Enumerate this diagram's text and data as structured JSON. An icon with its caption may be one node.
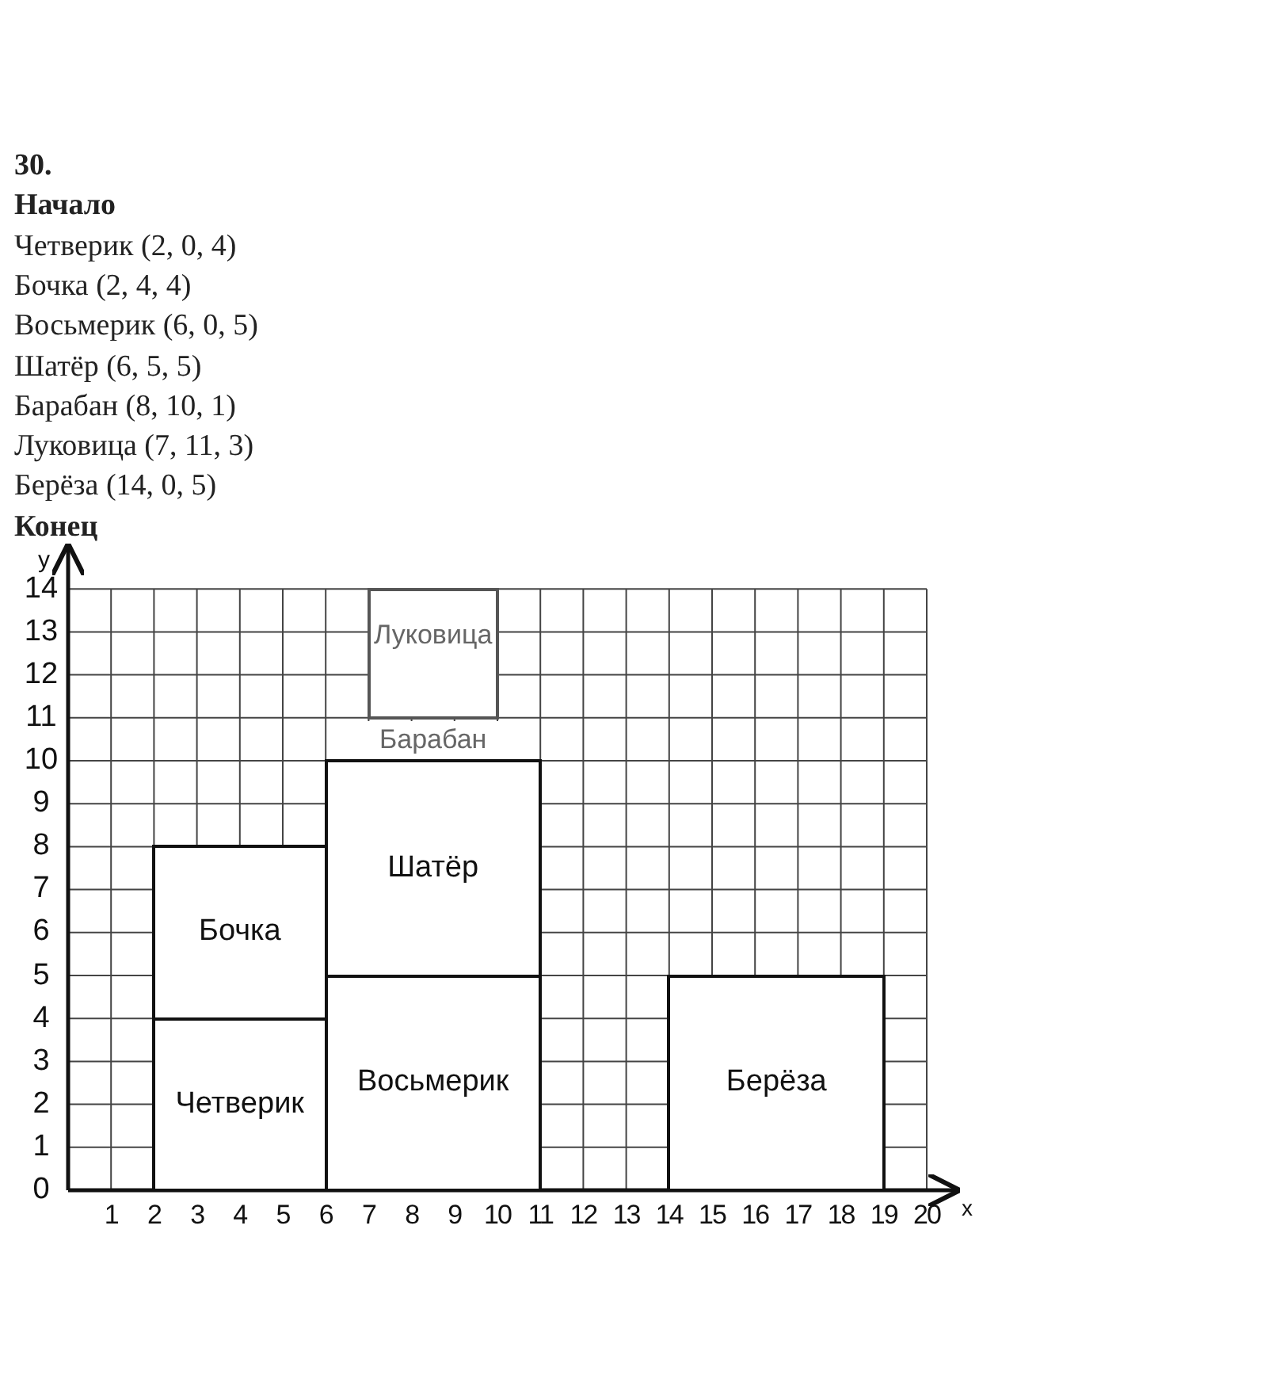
{
  "diagram": {
    "nodes": [
      {
        "text": [
          "Четверик"
        ]
      },
      {
        "text": [
          "Бочка"
        ]
      },
      {
        "text": [
          "Восьмерик"
        ]
      },
      {
        "text": [
          "Шатёр"
        ]
      },
      {
        "text": [
          "Барабан"
        ]
      },
      {
        "text": [
          "Луковица"
        ]
      },
      {
        "text": [
          "Берёза"
        ]
      }
    ],
    "labels": [
      "30.",
      "Начало",
      "Четверик (2, 0, 4)",
      "Бочка (2, 4, 4)",
      "Восьмерик (6, 0, 5)",
      "Шатёр (6, 5, 5)",
      "Барабан (8, 10, 1)",
      "Луковица (7, 11, 3)",
      "Берёза (14, 0, 5)",
      "Конец",
      "y",
      "14",
      "13",
      "12",
      "11",
      "10",
      "9",
      "8",
      "7",
      "6",
      "5",
      "4",
      "3",
      "2",
      "1",
      "0",
      "1",
      "2",
      "3",
      "4",
      "5",
      "6",
      "7",
      "8",
      "9",
      "10",
      "11",
      "12",
      "13",
      "14",
      "15",
      "16",
      "17",
      "18",
      "19",
      "20",
      "x"
    ]
  }
}
